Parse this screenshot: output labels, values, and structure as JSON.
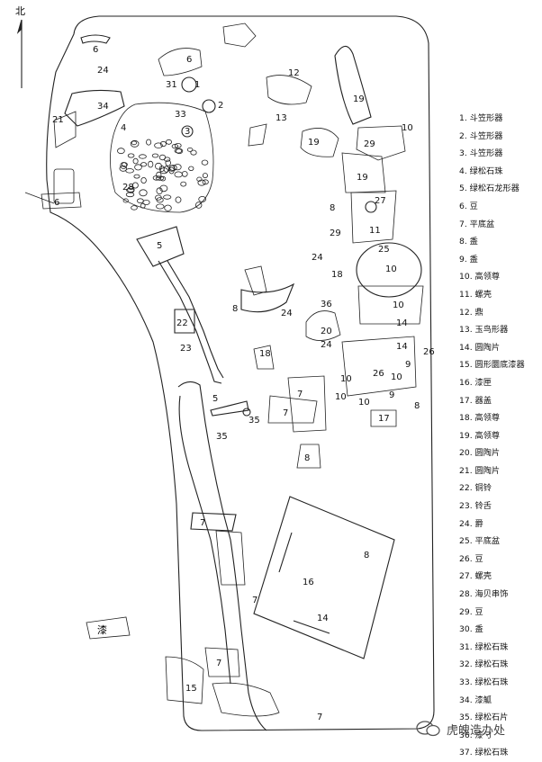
{
  "north": "北",
  "lacquer_mark": "漆",
  "labels": {
    "n1": "1",
    "n2": "2",
    "n3": "3",
    "n4": "4",
    "n5": "5",
    "n6": "6",
    "n7": "7",
    "n8": "8",
    "n9": "9",
    "n10": "10",
    "n11": "11",
    "n12": "12",
    "n13": "13",
    "n14": "14",
    "n15": "15",
    "n16": "16",
    "n17": "17",
    "n18": "18",
    "n19": "19",
    "n20": "20",
    "n21": "21",
    "n22": "22",
    "n23": "23",
    "n24": "24",
    "n25": "25",
    "n26": "26",
    "n27": "27",
    "n28": "28",
    "n29": "29",
    "n31": "31",
    "n33": "33",
    "n34": "34",
    "n35": "35",
    "n36": "36"
  },
  "legend": [
    "1. 斗笠形器",
    "2. 斗笠形器",
    "3. 斗笠形器",
    "4. 绿松石珠",
    "5. 绿松石龙形器",
    "6. 豆",
    "7. 平底盆",
    "8. 盉",
    "9. 盉",
    "10. 高领尊",
    "11. 螺壳",
    "12. 鼎",
    "13. 玉鸟形器",
    "14. 圆陶片",
    "15. 圆形圜底漆器",
    "16. 漆匣",
    "17. 器盖",
    "18. 高领尊",
    "19. 高领尊",
    "20. 圆陶片",
    "21. 圆陶片",
    "22. 铜铃",
    "23. 铃舌",
    "24. 爵",
    "25. 平底盆",
    "26. 豆",
    "27. 螺壳",
    "28. 海贝串饰",
    "29. 豆",
    "30. 盉",
    "31. 绿松石珠",
    "32. 绿松石珠",
    "33. 绿松石珠",
    "34. 漆觚",
    "35. 绿松石片",
    "36. 漆勺",
    "37. 绿松石珠"
  ],
  "watermark": "虎魄造办处"
}
